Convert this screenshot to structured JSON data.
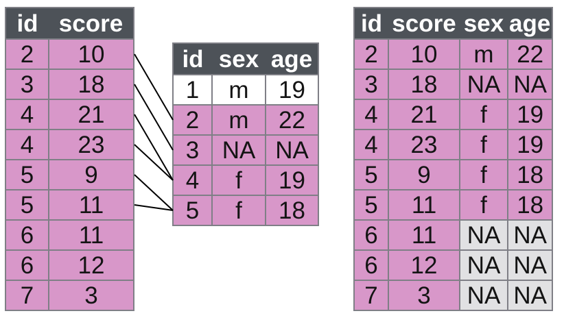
{
  "colors": {
    "header_bg": "#4d5258",
    "header_text": "#ffffff",
    "matched_row_pink": "#d897c9",
    "unmatched_row_white": "#ffffff",
    "missing_cell_gray": "#e1e1e3",
    "grid_border": "#7f7f86",
    "connector_line": "#000000",
    "cell_text": "#141414"
  },
  "tables": {
    "left": {
      "columns": [
        "id",
        "score"
      ],
      "rows": [
        {
          "cells": [
            {
              "text": "2",
              "bg": "pink"
            },
            {
              "text": "10",
              "bg": "pink"
            }
          ]
        },
        {
          "cells": [
            {
              "text": "3",
              "bg": "pink"
            },
            {
              "text": "18",
              "bg": "pink"
            }
          ]
        },
        {
          "cells": [
            {
              "text": "4",
              "bg": "pink"
            },
            {
              "text": "21",
              "bg": "pink"
            }
          ]
        },
        {
          "cells": [
            {
              "text": "4",
              "bg": "pink"
            },
            {
              "text": "23",
              "bg": "pink"
            }
          ]
        },
        {
          "cells": [
            {
              "text": "5",
              "bg": "pink"
            },
            {
              "text": "9",
              "bg": "pink"
            }
          ]
        },
        {
          "cells": [
            {
              "text": "5",
              "bg": "pink"
            },
            {
              "text": "11",
              "bg": "pink"
            }
          ]
        },
        {
          "cells": [
            {
              "text": "6",
              "bg": "pink"
            },
            {
              "text": "11",
              "bg": "pink"
            }
          ]
        },
        {
          "cells": [
            {
              "text": "6",
              "bg": "pink"
            },
            {
              "text": "12",
              "bg": "pink"
            }
          ]
        },
        {
          "cells": [
            {
              "text": "7",
              "bg": "pink"
            },
            {
              "text": "3",
              "bg": "pink"
            }
          ]
        }
      ]
    },
    "middle": {
      "columns": [
        "id",
        "sex",
        "age"
      ],
      "rows": [
        {
          "cells": [
            {
              "text": "1",
              "bg": "white"
            },
            {
              "text": "m",
              "bg": "white"
            },
            {
              "text": "19",
              "bg": "white"
            }
          ]
        },
        {
          "cells": [
            {
              "text": "2",
              "bg": "pink"
            },
            {
              "text": "m",
              "bg": "pink"
            },
            {
              "text": "22",
              "bg": "pink"
            }
          ]
        },
        {
          "cells": [
            {
              "text": "3",
              "bg": "pink"
            },
            {
              "text": "NA",
              "bg": "pink"
            },
            {
              "text": "NA",
              "bg": "pink"
            }
          ]
        },
        {
          "cells": [
            {
              "text": "4",
              "bg": "pink"
            },
            {
              "text": "f",
              "bg": "pink"
            },
            {
              "text": "19",
              "bg": "pink"
            }
          ]
        },
        {
          "cells": [
            {
              "text": "5",
              "bg": "pink"
            },
            {
              "text": "f",
              "bg": "pink"
            },
            {
              "text": "18",
              "bg": "pink"
            }
          ]
        }
      ]
    },
    "right": {
      "columns": [
        "id",
        "score",
        "sex",
        "age"
      ],
      "rows": [
        {
          "cells": [
            {
              "text": "2",
              "bg": "pink"
            },
            {
              "text": "10",
              "bg": "pink"
            },
            {
              "text": "m",
              "bg": "pink"
            },
            {
              "text": "22",
              "bg": "pink"
            }
          ]
        },
        {
          "cells": [
            {
              "text": "3",
              "bg": "pink"
            },
            {
              "text": "18",
              "bg": "pink"
            },
            {
              "text": "NA",
              "bg": "pink"
            },
            {
              "text": "NA",
              "bg": "pink"
            }
          ]
        },
        {
          "cells": [
            {
              "text": "4",
              "bg": "pink"
            },
            {
              "text": "21",
              "bg": "pink"
            },
            {
              "text": "f",
              "bg": "pink"
            },
            {
              "text": "19",
              "bg": "pink"
            }
          ]
        },
        {
          "cells": [
            {
              "text": "4",
              "bg": "pink"
            },
            {
              "text": "23",
              "bg": "pink"
            },
            {
              "text": "f",
              "bg": "pink"
            },
            {
              "text": "19",
              "bg": "pink"
            }
          ]
        },
        {
          "cells": [
            {
              "text": "5",
              "bg": "pink"
            },
            {
              "text": "9",
              "bg": "pink"
            },
            {
              "text": "f",
              "bg": "pink"
            },
            {
              "text": "18",
              "bg": "pink"
            }
          ]
        },
        {
          "cells": [
            {
              "text": "5",
              "bg": "pink"
            },
            {
              "text": "11",
              "bg": "pink"
            },
            {
              "text": "f",
              "bg": "pink"
            },
            {
              "text": "18",
              "bg": "pink"
            }
          ]
        },
        {
          "cells": [
            {
              "text": "6",
              "bg": "pink"
            },
            {
              "text": "11",
              "bg": "pink"
            },
            {
              "text": "NA",
              "bg": "gray"
            },
            {
              "text": "NA",
              "bg": "gray"
            }
          ]
        },
        {
          "cells": [
            {
              "text": "6",
              "bg": "pink"
            },
            {
              "text": "12",
              "bg": "pink"
            },
            {
              "text": "NA",
              "bg": "gray"
            },
            {
              "text": "NA",
              "bg": "gray"
            }
          ]
        },
        {
          "cells": [
            {
              "text": "7",
              "bg": "pink"
            },
            {
              "text": "3",
              "bg": "pink"
            },
            {
              "text": "NA",
              "bg": "gray"
            },
            {
              "text": "NA",
              "bg": "gray"
            }
          ]
        }
      ]
    }
  },
  "connections": [
    {
      "from_row": 0,
      "to_row": 1
    },
    {
      "from_row": 1,
      "to_row": 2
    },
    {
      "from_row": 2,
      "to_row": 3
    },
    {
      "from_row": 3,
      "to_row": 3
    },
    {
      "from_row": 4,
      "to_row": 4
    },
    {
      "from_row": 5,
      "to_row": 4
    }
  ]
}
